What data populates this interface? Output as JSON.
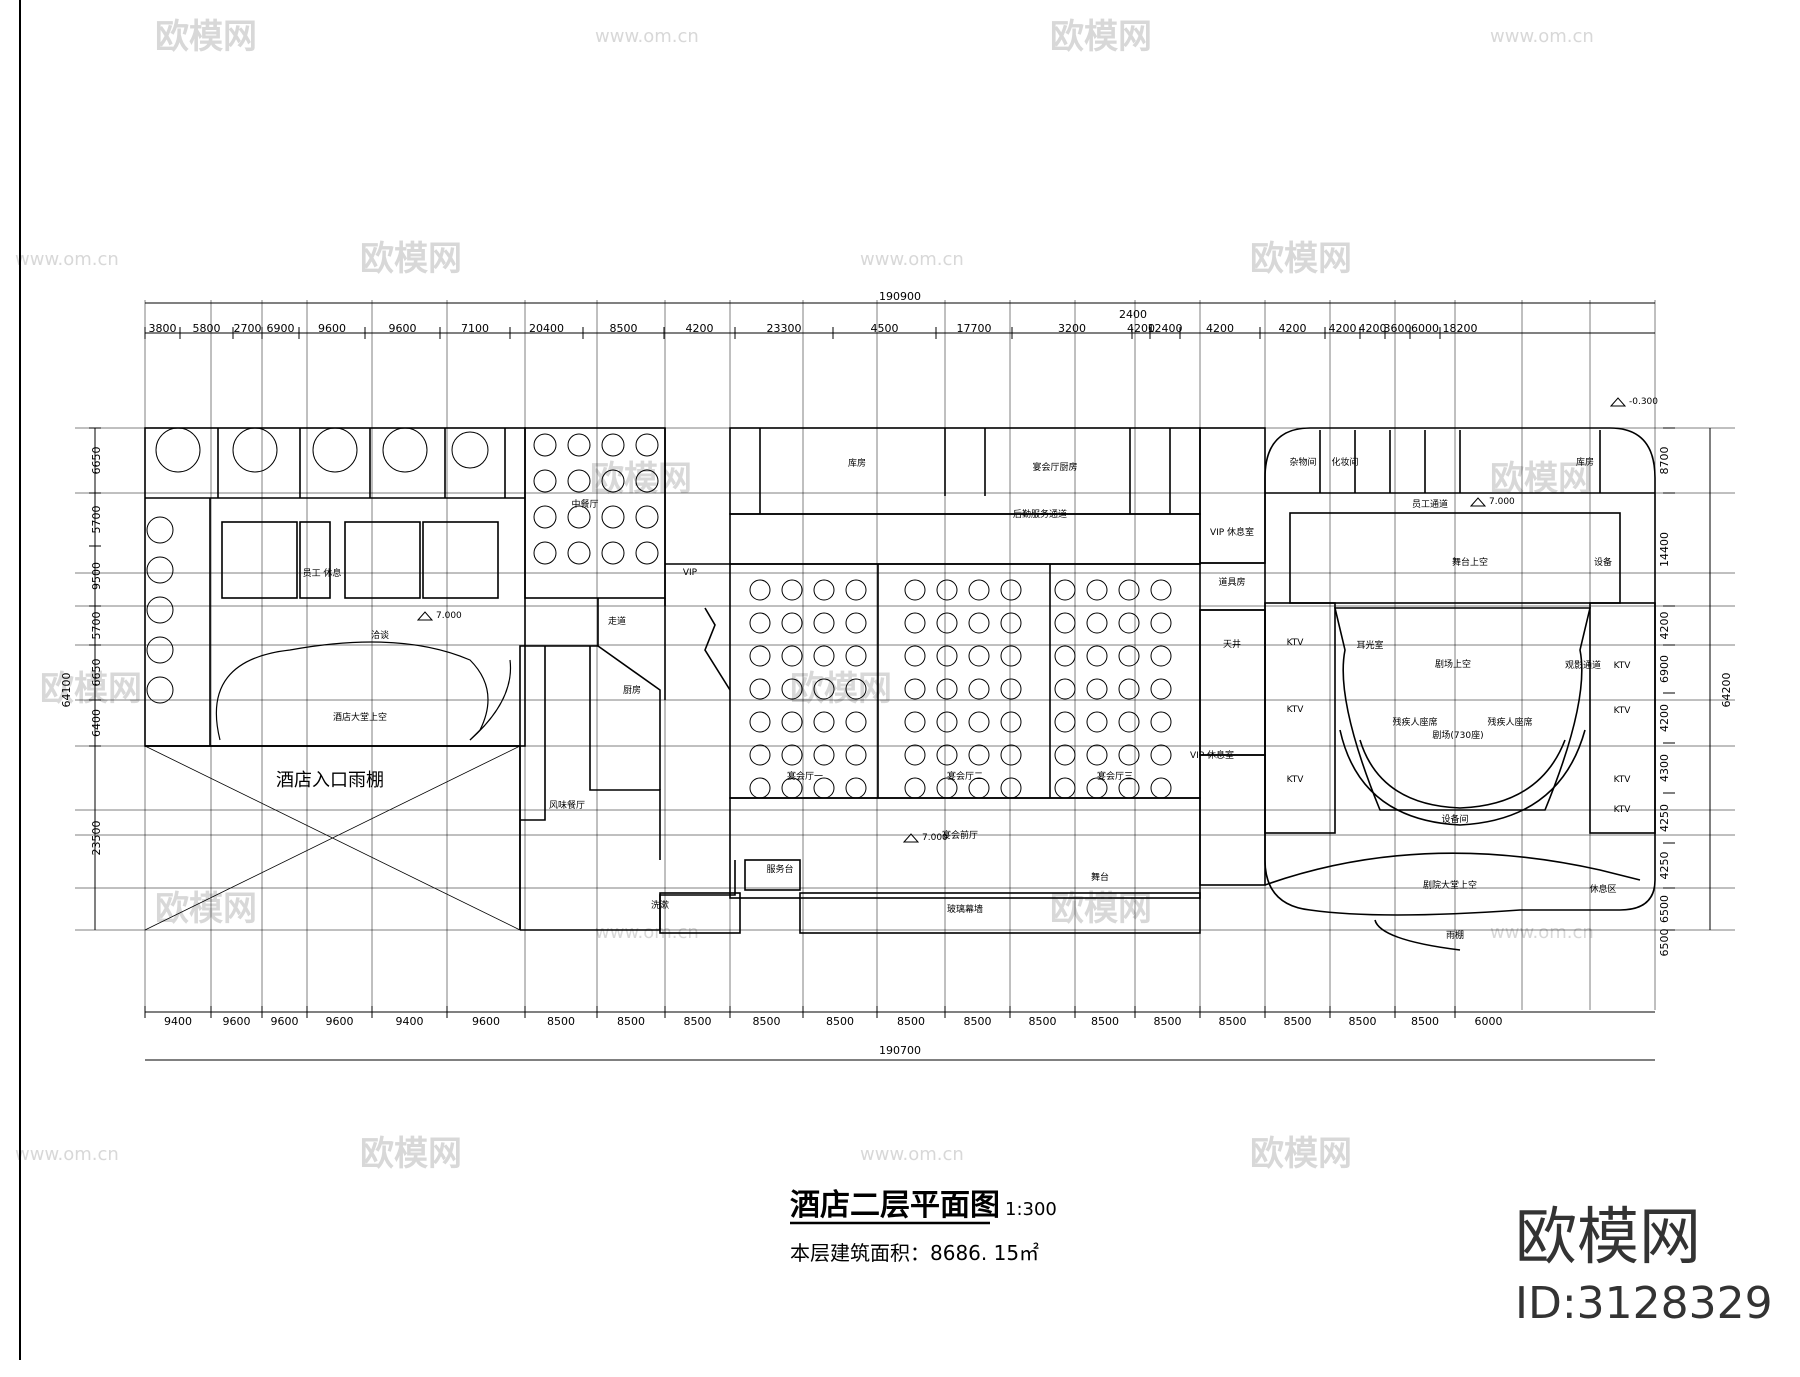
{
  "title": "酒店二层平面图",
  "scale": "1:300",
  "area_label": "本层建筑面积：8686. 15㎡",
  "brand": {
    "name": "欧模网",
    "id": "ID:3128329"
  },
  "watermark": {
    "text": "欧模网",
    "url": "www.om.cn",
    "short_url": "om.cn"
  },
  "dimensions": {
    "top_total_outer": "190900",
    "top_total_inner": "2400",
    "top_segments": [
      "3800",
      "5800",
      "2700",
      "6900",
      "9600",
      "9600",
      "7100",
      "20400",
      "8500",
      "4200",
      "23300",
      "4500",
      "17700",
      "3200",
      "4200",
      "12400",
      "4200",
      "4200",
      "4200",
      "4200",
      "3600",
      "6000",
      "18200"
    ],
    "bottom_total": "190700",
    "bottom_segments": [
      "9400",
      "9600",
      "9600",
      "9600",
      "9400",
      "9600",
      "8500",
      "8500",
      "8500",
      "8500",
      "8500",
      "8500",
      "8500",
      "8500",
      "8500",
      "8500",
      "8500",
      "8500",
      "8500",
      "8500",
      "6000"
    ],
    "left_total": "64100",
    "left_segments": [
      "6650",
      "5700",
      "9500",
      "5700",
      "6650",
      "6400",
      "23500"
    ],
    "right_total": "64200",
    "right_segments": [
      "8700",
      "14400",
      "4200",
      "6900",
      "4200",
      "4300",
      "4250",
      "4250",
      "6500",
      "6500"
    ]
  },
  "levels": [
    "7.000",
    "7.000",
    "7.000",
    "-0.300"
  ],
  "rooms": {
    "lobby_void": "酒店大堂上空",
    "canopy": "酒店入口雨棚",
    "chinese_restaurant": "中餐厅",
    "vip1": "VIP",
    "kitchen": "厨房",
    "corridor": "走道",
    "flavor_restaurant": "风味餐厅",
    "storage": "库房",
    "banquet_kitchen": "宴会厅厨房",
    "service_corridor": "后勤服务通道",
    "banquet1": "宴会厅一",
    "banquet2": "宴会厅二",
    "banquet3": "宴会厅三",
    "banquet_foyer": "宴会前厅",
    "service_desk": "服务台",
    "stage_left": "舞台",
    "glass_curtain": "玻璃幕墙",
    "vip_lounge": "VIP\n休息室",
    "prop_room": "道具房",
    "skylight": "天井",
    "ktv": "KTV",
    "misc": "杂物间",
    "makeup": "化妆间",
    "staff_corridor": "员工通道",
    "stage_void": "舞台上空",
    "equipment": "设备",
    "theater_void": "剧场上空",
    "ear_light": "耳光室",
    "theater": "剧场(730座)",
    "audience_left": "残疾人座席",
    "audience_right": "残疾人座席",
    "equipment2": "设备间",
    "projection": "观影通道",
    "theater_lobby_void": "剧院大堂上空",
    "rest_area": "休息区",
    "canopy2": "雨棚",
    "storage2": "库房",
    "vip_lounge2": "VIP\n休息室",
    "wash": "洗漱",
    "staff": "员工\n休息",
    "lobby_lounge": "洽谈"
  }
}
